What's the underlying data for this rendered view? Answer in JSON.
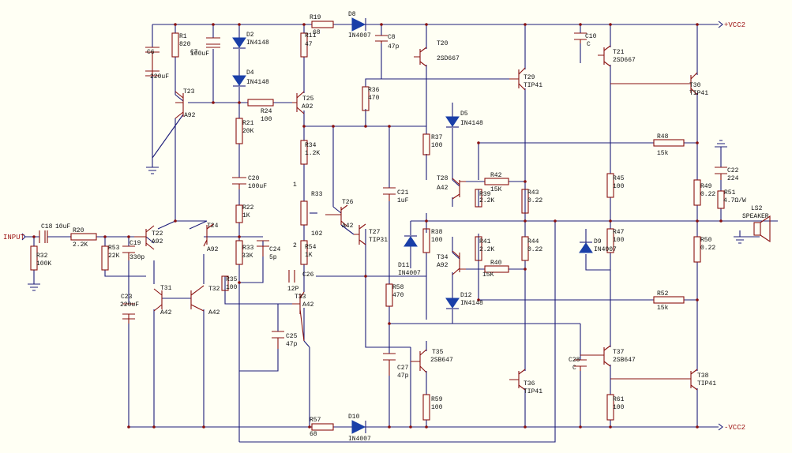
{
  "ports": {
    "vcc_pos": "+VCC2",
    "vcc_neg": "-VCC2",
    "input": "INPUT",
    "speaker_ref": "LS2",
    "speaker_name": "SPEAKER"
  },
  "labels": {
    "C6": "C6",
    "C6_v": "220uF",
    "R1": "R1",
    "R1_v": "820",
    "C7": "C7",
    "C7_v": "100uF",
    "D2": "D2",
    "D2_v": "IN4148",
    "D4": "D4",
    "D4_v": "IN4148",
    "R19": "R19",
    "R19_v": "68",
    "R11": "R11",
    "R11_v": "47",
    "D8": "D8",
    "D8_v": "IN4007",
    "C8": "C8",
    "C8_v": "47p",
    "T20": "T20",
    "T20_v": "2SD667",
    "C10": "C10",
    "C10_v": "C",
    "T21": "T21",
    "T21_v": "2SD667",
    "T23": "T23",
    "T23_v": "A92",
    "R24": "R24",
    "R24_v": "100",
    "T25": "T25",
    "T25_v": "A92",
    "R36": "R36",
    "R36_v": "470",
    "T29": "T29",
    "T29_v": "TIP41",
    "T30": "T30",
    "T30_v": "TIP41",
    "D5": "D5",
    "D5_v": "IN4148",
    "R21": "R21",
    "R21_v": "20K",
    "R34a": "R34",
    "R34a_v": "1.2K",
    "R37": "R37",
    "R37_v": "100",
    "R48": "R48",
    "R48_v": "15k",
    "C20": "C20",
    "C20_v": "100uF",
    "T28": "T28",
    "T28_v": "A42",
    "R42": "R42",
    "R42_v": "15K",
    "R43": "R43",
    "R43_v": "0.22",
    "R45": "R45",
    "R45_v": "100",
    "R49": "R49",
    "R49_v": "0.22",
    "R51": "R51",
    "R51_v": "4.7Ω/W",
    "C22": "C22",
    "C22_v": "224",
    "R33a": "R33",
    "R33a_v": "102",
    "T26": "T26",
    "T26_v": "A42",
    "C21": "C21",
    "C21_v": "1uF",
    "R39": "R39",
    "R39_v": "2.2K",
    "R22": "R22",
    "R22_v": "1K",
    "T27": "T27",
    "T27_v": "TIP31",
    "R47": "R47",
    "R47_v": "100",
    "C18": "C18",
    "C18_v": "10uF",
    "R20": "R20",
    "R20_v": "2.2K",
    "T22": "T22",
    "T22_v": "A92",
    "T24": "T24",
    "T24_v": "A92",
    "C19": "C19",
    "C19_v": "330p",
    "R32": "R32",
    "R32_v": "100K",
    "R53": "R53",
    "R53_v": "22K",
    "R33b": "R33",
    "R33b_v": "33K",
    "C24": "C24",
    "C24_v": "5p",
    "R54": "R54",
    "R54_v": "1K",
    "R38": "R38",
    "R38_v": "100",
    "D11": "D11",
    "D11_v": "IN4007",
    "R41": "R41",
    "R41_v": "2.2K",
    "R44": "R44",
    "R44_v": "0.22",
    "D9": "D9",
    "D9_v": "IN4007",
    "R50": "R50",
    "R50_v": "0.22",
    "T34": "T34",
    "T34_v": "A92",
    "R40": "R40",
    "R40_v": "15K",
    "R35": "R35",
    "R35_v": "100",
    "C26": "C26",
    "C26_v": "12P",
    "T31": "T31",
    "T31_v": "A42",
    "T32": "T32",
    "T32_v": "A42",
    "T33": "T33",
    "T33_v": "A42",
    "C23": "C23",
    "C23_v": "220uF",
    "R58": "R58",
    "R58_v": "470",
    "D12": "D12",
    "D12_v": "IN4148",
    "R52": "R52",
    "R52_v": "15k",
    "C25": "C25",
    "C25_v": "47p",
    "T35": "T35",
    "T35_v": "2SB647",
    "C28": "C28",
    "C28_v": "C",
    "T37": "T37",
    "T37_v": "2SB647",
    "C27": "C27",
    "C27_v": "47p",
    "T36": "T36",
    "T36_v": "TIP41",
    "T38": "T38",
    "T38_v": "TIP41",
    "R59": "R59",
    "R59_v": "100",
    "R61": "R61",
    "R61_v": "100",
    "R57": "R57",
    "R57_v": "68",
    "D10": "D10",
    "D10_v": "IN4007",
    "pin1": "1",
    "pin2": "2"
  }
}
